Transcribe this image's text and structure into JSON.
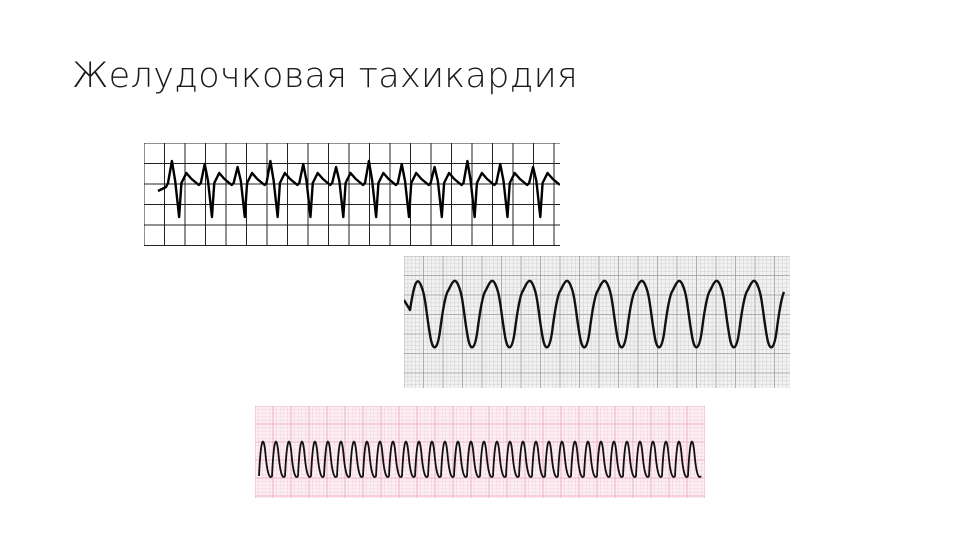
{
  "slide": {
    "title": "Желудочковая тахикардия"
  },
  "ecg_strips": [
    {
      "name": "ecg-strip-coarse-grid",
      "grid_color": "#222222",
      "background": "#ffffff",
      "trace_color": "#000000",
      "morphology": "polymorphic complexes with deep downward deflections",
      "complexes": 12
    },
    {
      "name": "ecg-strip-gray-grid",
      "grid_color": "#9a9a9a",
      "background": "#f2f2f2",
      "trace_color": "#111111",
      "morphology": "wide monomorphic sinusoidal complexes",
      "complexes": 10
    },
    {
      "name": "ecg-strip-pink-grid",
      "grid_color": "#e8a0b4",
      "background": "#fdf0f4",
      "trace_color": "#111111",
      "morphology": "rapid regular sinusoidal oscillations",
      "complexes": 34
    }
  ]
}
